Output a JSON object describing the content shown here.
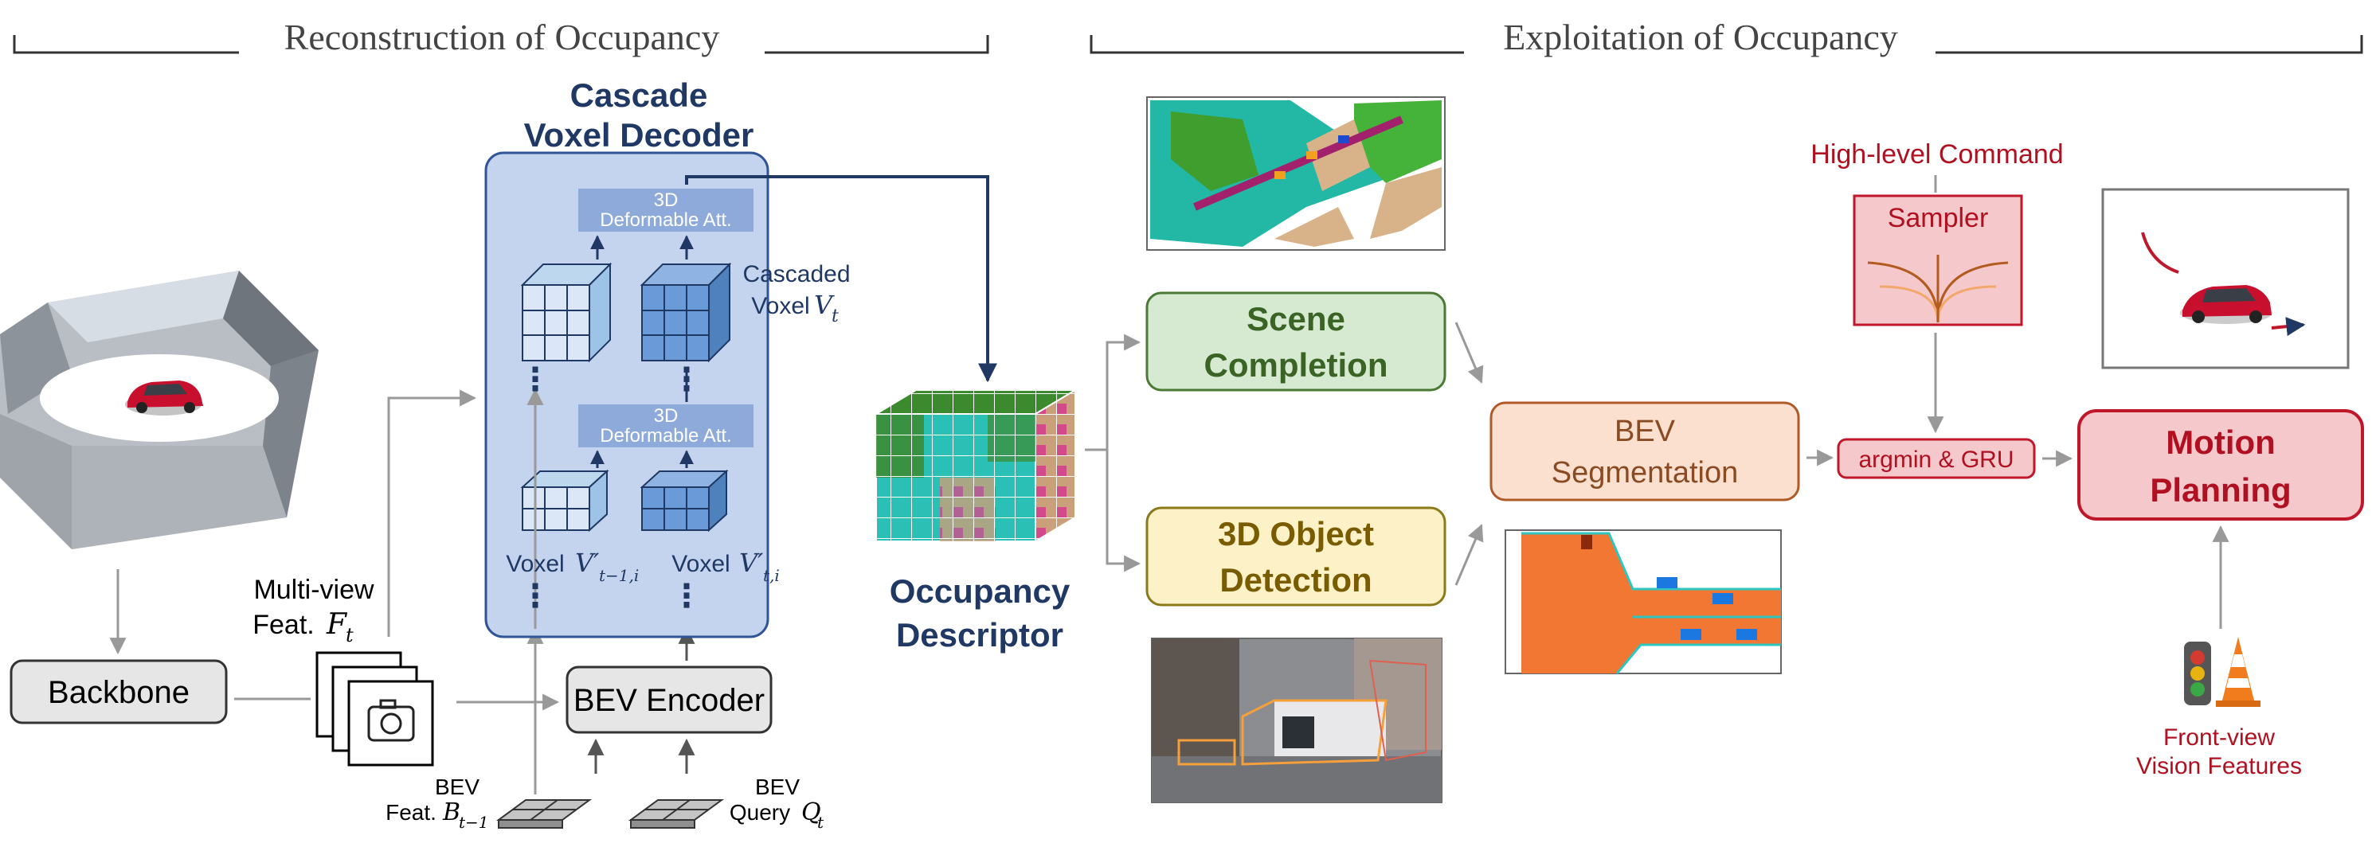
{
  "sections": {
    "reconstruction": "Reconstruction of Occupancy",
    "exploitation": "Exploitation of Occupancy"
  },
  "decoder": {
    "title_line1": "Cascade",
    "title_line2": "Voxel Decoder",
    "attention_line1": "3D",
    "attention_line2": "Deformable Att.",
    "cascaded_line1": "Cascaded",
    "cascaded_line2": "Voxel",
    "cascaded_sym": "V",
    "cascaded_sub": "t",
    "voxel_prev_word": "Voxel",
    "voxel_prev_sym": "V′",
    "voxel_prev_sub": "t−1,i",
    "voxel_cur_word": "Voxel",
    "voxel_cur_sym": "V′",
    "voxel_cur_sub": "t,i",
    "dots": "⋮"
  },
  "left": {
    "backbone": "Backbone",
    "bev_encoder": "BEV Encoder",
    "multiview_line1": "Multi-view",
    "multiview_line2": "Feat.",
    "multiview_sym": "F",
    "multiview_sub": "t",
    "bev_feat_line1": "BEV",
    "bev_feat_line2": "Feat.",
    "bev_feat_sym": "B",
    "bev_feat_sub": "t−1",
    "bev_query_line1": "BEV",
    "bev_query_line2": "Query",
    "bev_query_sym": "Q",
    "bev_query_sub": "t"
  },
  "descriptor": {
    "line1": "Occupancy",
    "line2": "Descriptor"
  },
  "tasks": {
    "scene_line1": "Scene",
    "scene_line2": "Completion",
    "det_line1": "3D Object",
    "det_line2": "Detection",
    "bev_line1": "BEV",
    "bev_line2": "Segmentation"
  },
  "planning": {
    "command": "High-level Command",
    "sampler": "Sampler",
    "argmin": "argmin & GRU",
    "motion_line1": "Motion",
    "motion_line2": "Planning",
    "front_line1": "Front-view",
    "front_line2": "Vision Features"
  },
  "colors": {
    "navy": "#1f3864",
    "decoder_fill": "#c5d4ee",
    "decoder_stroke": "#2f5597",
    "scene_fill": "#d6ead2",
    "scene_stroke": "#4b7a35",
    "scene_text": "#3a6324",
    "det_fill": "#fdf1c8",
    "det_stroke": "#8b7a1a",
    "det_text": "#7a5c00",
    "bev_fill": "#fbe0cf",
    "bev_stroke": "#b05a2a",
    "bev_text": "#8a4a22",
    "plan_fill": "#f5c8cc",
    "plan_stroke": "#c0172b",
    "plan_text": "#b01020",
    "gray_box": "#e6e6e6",
    "arrow": "#999999"
  }
}
